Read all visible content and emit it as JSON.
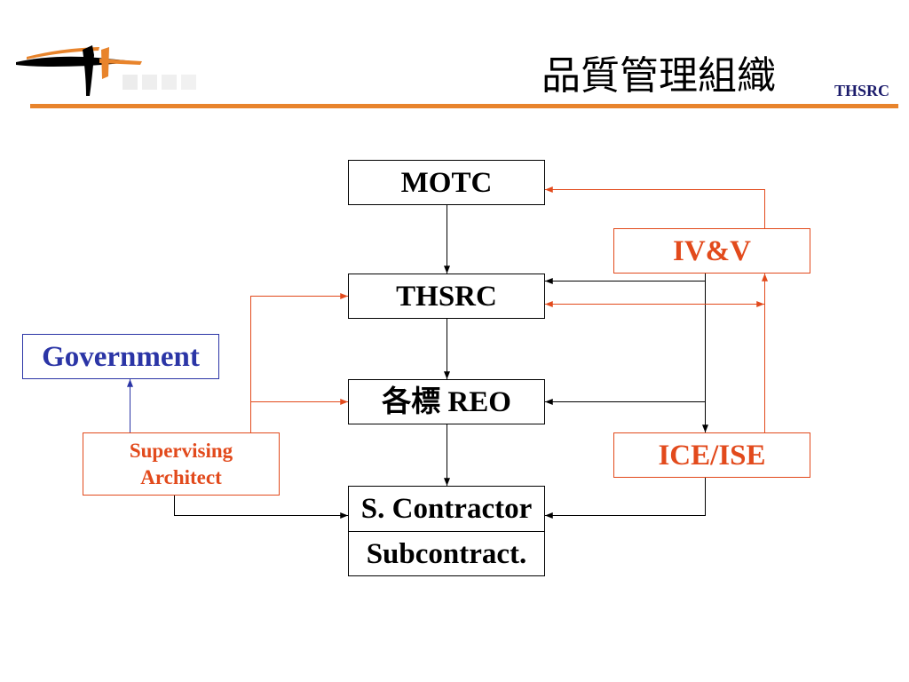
{
  "header": {
    "title": "品質管理組織",
    "org_label": "THSRC"
  },
  "nodes": {
    "motc": {
      "label": "MOTC"
    },
    "thsrc": {
      "label": "THSRC"
    },
    "reo": {
      "label": "各標 REO"
    },
    "contractor": {
      "label": "S. Contractor"
    },
    "subcontract": {
      "label": "Subcontract."
    },
    "government": {
      "label": "Government"
    },
    "supervising_architect": {
      "label_line1": "Supervising",
      "label_line2": "Architect"
    },
    "ivv": {
      "label": "IV&V"
    },
    "ice_ise": {
      "label": "ICE/ISE"
    }
  },
  "colors": {
    "accent_rule": "#e8842c",
    "oversight": "#e24a1c",
    "government": "#2b35a6",
    "chain": "#000000",
    "org_label": "#1b1b6b"
  }
}
